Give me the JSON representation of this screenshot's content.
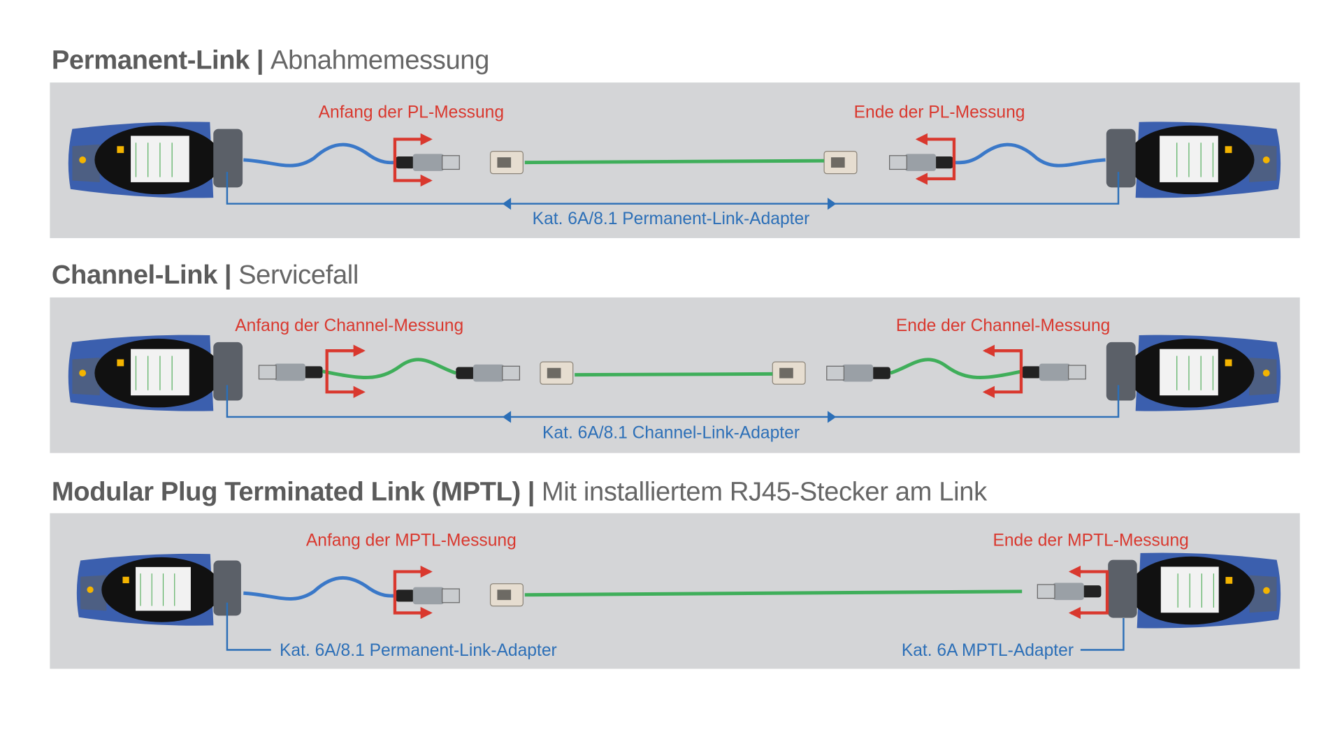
{
  "sections": [
    {
      "title_bold": "Permanent-Link",
      "separator": "|",
      "title_light": "Abnahmemessung",
      "start_label": "Anfang der PL-Messung",
      "end_label": "Ende der PL-Messung",
      "adapter_label": "Kat. 6A/8.1 Permanent-Link-Adapter"
    },
    {
      "title_bold": "Channel-Link",
      "separator": "|",
      "title_light": "Servicefall",
      "start_label": "Anfang der Channel-Messung",
      "end_label": "Ende der Channel-Messung",
      "adapter_label": "Kat. 6A/8.1 Channel-Link-Adapter"
    },
    {
      "title_bold": "Modular Plug Terminated Link (MPTL)",
      "separator": "|",
      "title_light": "Mit installiertem RJ45-Stecker am Link",
      "start_label": "Anfang der MPTL-Messung",
      "end_label": "Ende der MPTL-Messung",
      "left_adapter_label": "Kat. 6A/8.1 Permanent-Link-Adapter",
      "right_adapter_label": "Kat. 6A MPTL-Adapter"
    }
  ],
  "colors": {
    "panel": "#d4d5d7",
    "measurement_marker": "#d9382e",
    "adapter_annotation": "#2c6fb7",
    "link_cable": "#3fae5a",
    "adapter_cable": "#3a78c8",
    "tester_body": "#3b5fae"
  },
  "icons": [
    "cable-tester-icon",
    "rj45-plug-icon",
    "rj45-jack-icon",
    "measurement-bracket-icon"
  ]
}
